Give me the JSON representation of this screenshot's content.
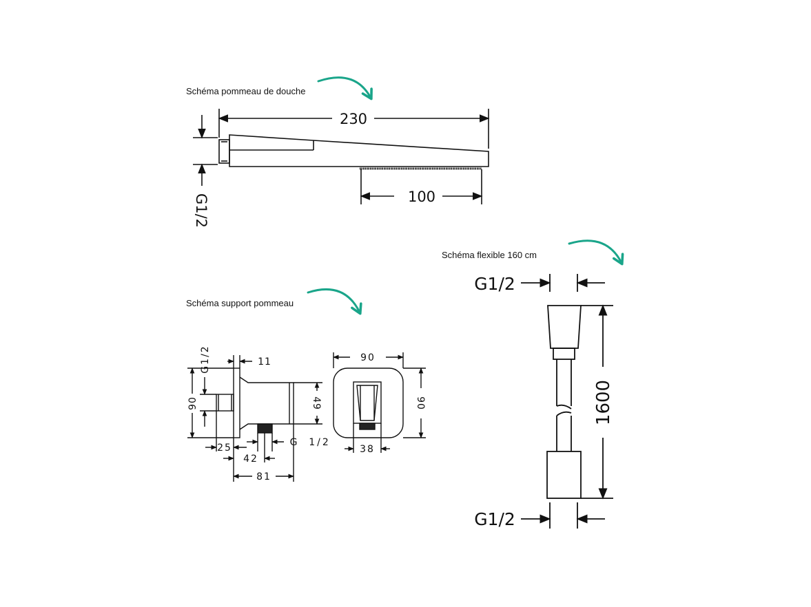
{
  "shower_head": {
    "caption": "Schéma pommeau de douche",
    "dim_length": "230",
    "dim_spray": "100",
    "dim_thread": "G1/2"
  },
  "support": {
    "caption": "Schéma support pommeau",
    "dim_thread_top": "G1/2",
    "dim_11": "11",
    "dim_90_left": "90",
    "dim_49": "49",
    "dim_25": "25",
    "dim_42": "42",
    "dim_81": "81",
    "dim_g": "G",
    "dim_half": "1/2",
    "dim_90_top": "90",
    "dim_90_right": "90",
    "dim_38": "38"
  },
  "hose": {
    "caption": "Schéma flexible 160 cm",
    "dim_thread_top": "G1/2",
    "dim_length": "1600",
    "dim_thread_bottom": "G1/2"
  },
  "colors": {
    "accent_arrow": "#1aa58a",
    "line": "#111111"
  }
}
